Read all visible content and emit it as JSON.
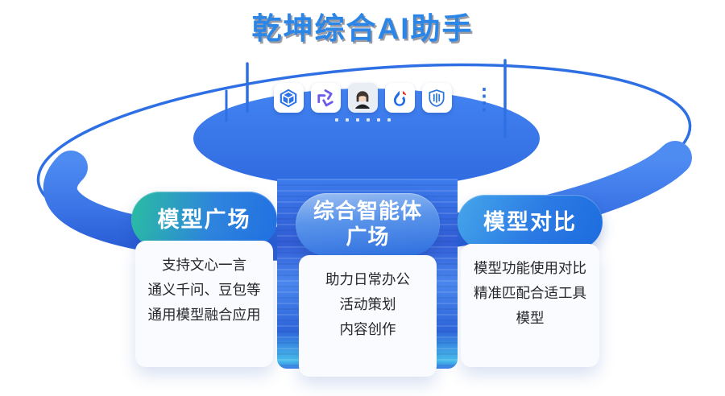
{
  "title": "乾坤综合AI助手",
  "colors": {
    "accent_blue": "#2e70e4",
    "dome_blue": "#3a76ec",
    "teal": "#2abda1",
    "pedestal_cyan": "#49c0ec",
    "title_blue": "#2b86e8",
    "card_body_bg": "#f9fbfe"
  },
  "platform": {
    "app_icons": [
      {
        "name": "cube-logo-icon"
      },
      {
        "name": "tongyi-knot-icon"
      },
      {
        "name": "digital-human-avatar-icon"
      },
      {
        "name": "spark-drop-icon"
      },
      {
        "name": "shield-emblem-icon"
      }
    ],
    "dots_count": 6
  },
  "cards": [
    {
      "title_lines": [
        "模型广场"
      ],
      "body_lines": [
        "支持文心一言",
        "通义千问、豆包等",
        "通用模型融合应用"
      ]
    },
    {
      "title_lines": [
        "综合智能体",
        "广场"
      ],
      "body_lines": [
        "助力日常办公",
        "活动策划",
        "内容创作"
      ]
    },
    {
      "title_lines": [
        "模型对比"
      ],
      "body_lines": [
        "模型功能使用对比",
        "精准匹配合适工具",
        "模型"
      ]
    }
  ]
}
